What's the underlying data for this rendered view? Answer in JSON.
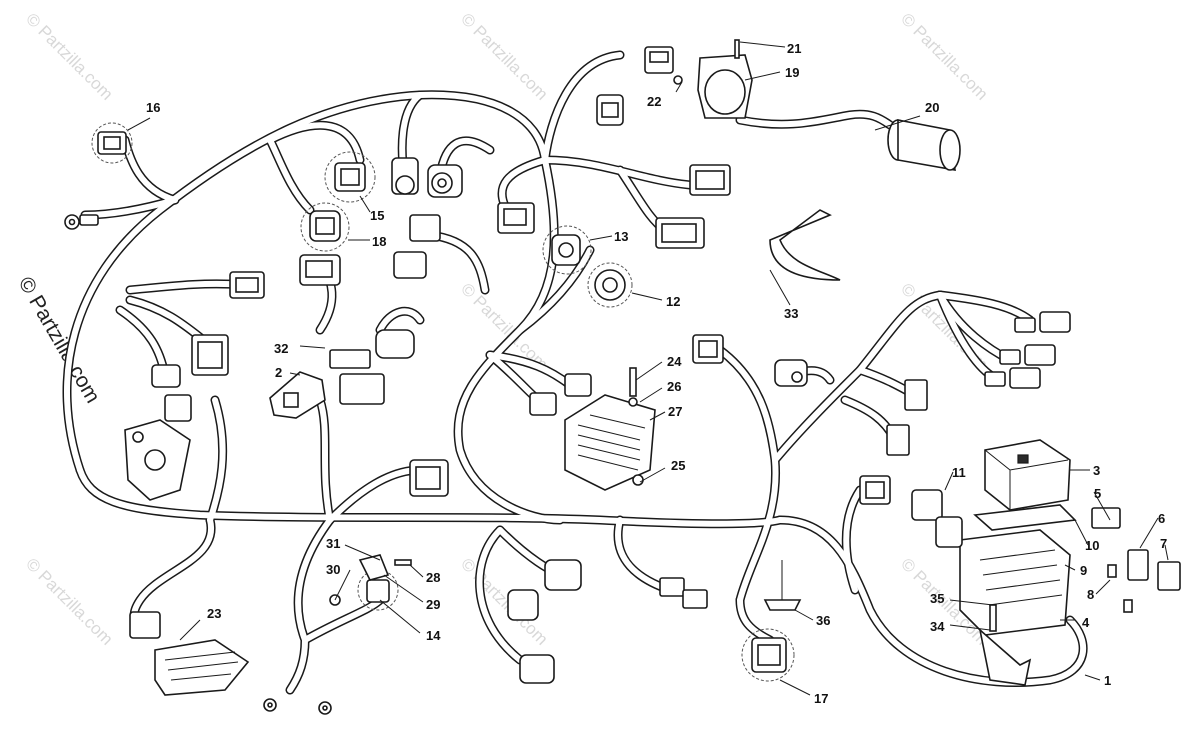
{
  "watermark": {
    "text": "© Partzilla.com",
    "side_text": "© Partzilla.com"
  },
  "callouts": [
    {
      "id": "c1",
      "label": "1"
    },
    {
      "id": "c2",
      "label": "2"
    },
    {
      "id": "c3",
      "label": "3"
    },
    {
      "id": "c4",
      "label": "4"
    },
    {
      "id": "c5",
      "label": "5"
    },
    {
      "id": "c6",
      "label": "6"
    },
    {
      "id": "c7",
      "label": "7"
    },
    {
      "id": "c8",
      "label": "8"
    },
    {
      "id": "c9",
      "label": "9"
    },
    {
      "id": "c10",
      "label": "10"
    },
    {
      "id": "c11",
      "label": "11"
    },
    {
      "id": "c12",
      "label": "12"
    },
    {
      "id": "c13",
      "label": "13"
    },
    {
      "id": "c14",
      "label": "14"
    },
    {
      "id": "c15",
      "label": "15"
    },
    {
      "id": "c16",
      "label": "16"
    },
    {
      "id": "c17",
      "label": "17"
    },
    {
      "id": "c18",
      "label": "18"
    },
    {
      "id": "c19",
      "label": "19"
    },
    {
      "id": "c20",
      "label": "20"
    },
    {
      "id": "c21",
      "label": "21"
    },
    {
      "id": "c22",
      "label": "22"
    },
    {
      "id": "c23",
      "label": "23"
    },
    {
      "id": "c24",
      "label": "24"
    },
    {
      "id": "c25",
      "label": "25"
    },
    {
      "id": "c26",
      "label": "26"
    },
    {
      "id": "c27",
      "label": "27"
    },
    {
      "id": "c28",
      "label": "28"
    },
    {
      "id": "c29",
      "label": "29"
    },
    {
      "id": "c30",
      "label": "30"
    },
    {
      "id": "c31",
      "label": "31"
    },
    {
      "id": "c32",
      "label": "32"
    },
    {
      "id": "c33",
      "label": "33"
    },
    {
      "id": "c34",
      "label": "34"
    },
    {
      "id": "c35",
      "label": "35"
    },
    {
      "id": "c36",
      "label": "36"
    }
  ]
}
